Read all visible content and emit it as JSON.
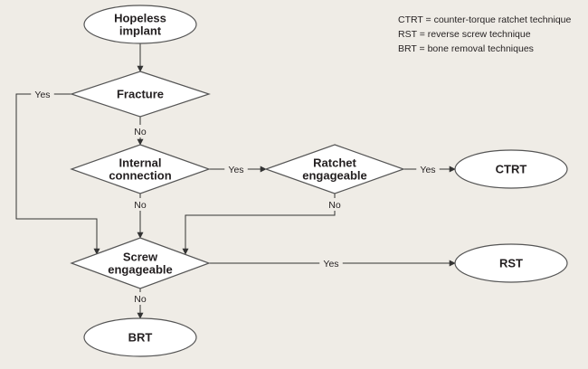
{
  "legend": [
    "CTRT = counter-torque ratchet technique",
    "RST = reverse screw technique",
    "BRT = bone removal techniques"
  ],
  "nodes": {
    "hopeless": {
      "shape": "ellipse",
      "lines": [
        "Hopeless",
        "implant"
      ]
    },
    "fracture": {
      "shape": "diamond",
      "lines": [
        "Fracture"
      ]
    },
    "internal": {
      "shape": "diamond",
      "lines": [
        "Internal",
        "connection"
      ]
    },
    "ratchet": {
      "shape": "diamond",
      "lines": [
        "Ratchet",
        "engageable"
      ]
    },
    "ctrt": {
      "shape": "ellipse",
      "lines": [
        "CTRT"
      ]
    },
    "screw": {
      "shape": "diamond",
      "lines": [
        "Screw",
        "engageable"
      ]
    },
    "rst": {
      "shape": "ellipse",
      "lines": [
        "RST"
      ]
    },
    "brt": {
      "shape": "ellipse",
      "lines": [
        "BRT"
      ]
    }
  },
  "edges": [
    {
      "from": "hopeless",
      "to": "fracture",
      "label": ""
    },
    {
      "from": "fracture",
      "to": "screw",
      "label": "Yes"
    },
    {
      "from": "fracture",
      "to": "internal",
      "label": "No"
    },
    {
      "from": "internal",
      "to": "ratchet",
      "label": "Yes"
    },
    {
      "from": "ratchet",
      "to": "ctrt",
      "label": "Yes"
    },
    {
      "from": "internal",
      "to": "screw",
      "label": "No"
    },
    {
      "from": "ratchet",
      "to": "screw",
      "label": "No"
    },
    {
      "from": "screw",
      "to": "rst",
      "label": "Yes"
    },
    {
      "from": "screw",
      "to": "brt",
      "label": "No"
    }
  ],
  "colors": {
    "background": "#efece6",
    "node_fill": "#ffffff",
    "node_stroke": "#555555",
    "edge": "#333333",
    "text": "#231f20"
  }
}
